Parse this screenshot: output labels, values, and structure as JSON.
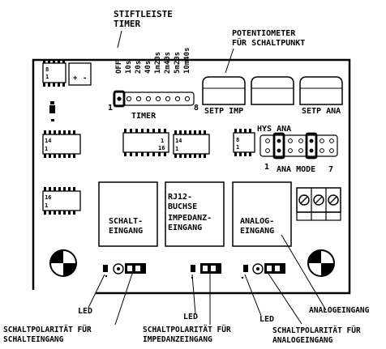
{
  "header": {
    "stiftleiste": "STIFTLEISTE",
    "timer": "TIMER",
    "potentiometer": "POTENTIOMETER",
    "fuer_schaltpunkt": "FÜR SCHALTPUNKT"
  },
  "timer_options": [
    "OFF",
    "10s",
    "20s",
    "40s",
    "1m20s",
    "2m40s",
    "5m20s",
    "10m40s"
  ],
  "board": {
    "timer_pin_first": "1",
    "timer_pin_last": "8",
    "setp_imp": "SETP IMP",
    "setp_ana": "SETP ANA",
    "timer_chip": "TIMER",
    "hys_ana": "HYS ANA",
    "ana_mode": "ANA MODE",
    "ana_mode_first": "1",
    "ana_mode_last": "7",
    "plus": "+",
    "minus": "-",
    "schalt_1": "SCHALT-",
    "schalt_2": "EINGANG",
    "rj12_1": "RJ12-",
    "rj12_2": "BUCHSE",
    "impedanz_1": "IMPEDANZ-",
    "impedanz_2": "EINGANG",
    "analog_1": "ANALOG-",
    "analog_2": "EINGANG"
  },
  "chips": {
    "pin1": "1",
    "pin8": "8",
    "pin14": "14",
    "pin16": "16"
  },
  "callouts": {
    "led": "LED",
    "analogeingang": "ANALOGEINGANG",
    "schaltpolaritaet_1": "SCHALTPOLARITÄT FÜR",
    "schaltpolaritaet_2": "SCHALTEINGANG",
    "impedanz_polaritaet_1": "SCHALTPOLARITÄT FÜR",
    "impedanz_polaritaet_2": "IMPEDANZEINGANG",
    "analog_polaritaet_1": "SCHALTPOLARITÄT FÜR",
    "analog_polaritaet_2": "ANALOGEINGANG"
  },
  "colors": {
    "ink": "#000000",
    "paper": "#ffffff"
  }
}
